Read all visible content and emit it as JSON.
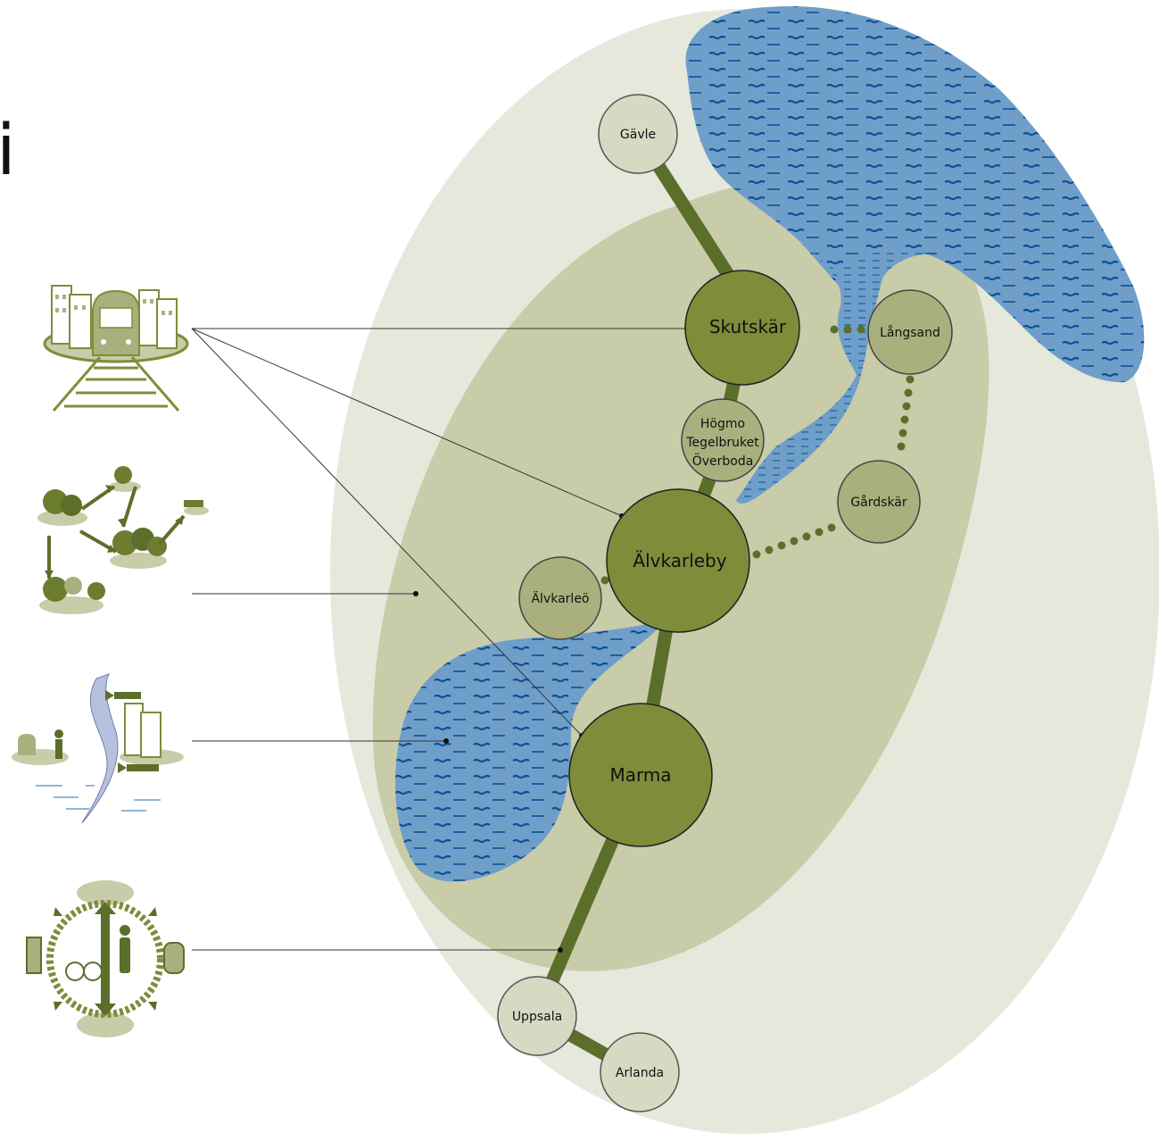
{
  "header_fragment": "i",
  "places": {
    "gavle": "Gävle",
    "skutskar": "Skutskär",
    "langsand": "Långsand",
    "hogmo": "Högmo",
    "tegelbruket": "Tegelbruket",
    "overboda": "Överboda",
    "gardskar": "Gårdskär",
    "alvkarleby": "Älvkarleby",
    "alvkarleo": "Älvkarleö",
    "marma": "Marma",
    "uppsala": "Uppsala",
    "arlanda": "Arlanda"
  },
  "legend_icons": [
    "station-community-icon",
    "green-structure-icon",
    "river-recreation-icon",
    "mobility-icon"
  ],
  "colors": {
    "outer_zone": "#e6e8dc",
    "inner_zone": "#c8cca9",
    "water": "#6f9fc9",
    "water_dash": "#0d4f97",
    "major_node": "#7f8c3a",
    "medium_node": "#a9b07d",
    "minor_node": "#d6dac3",
    "rail": "#5c6f2a",
    "leader_line": "#333333"
  }
}
